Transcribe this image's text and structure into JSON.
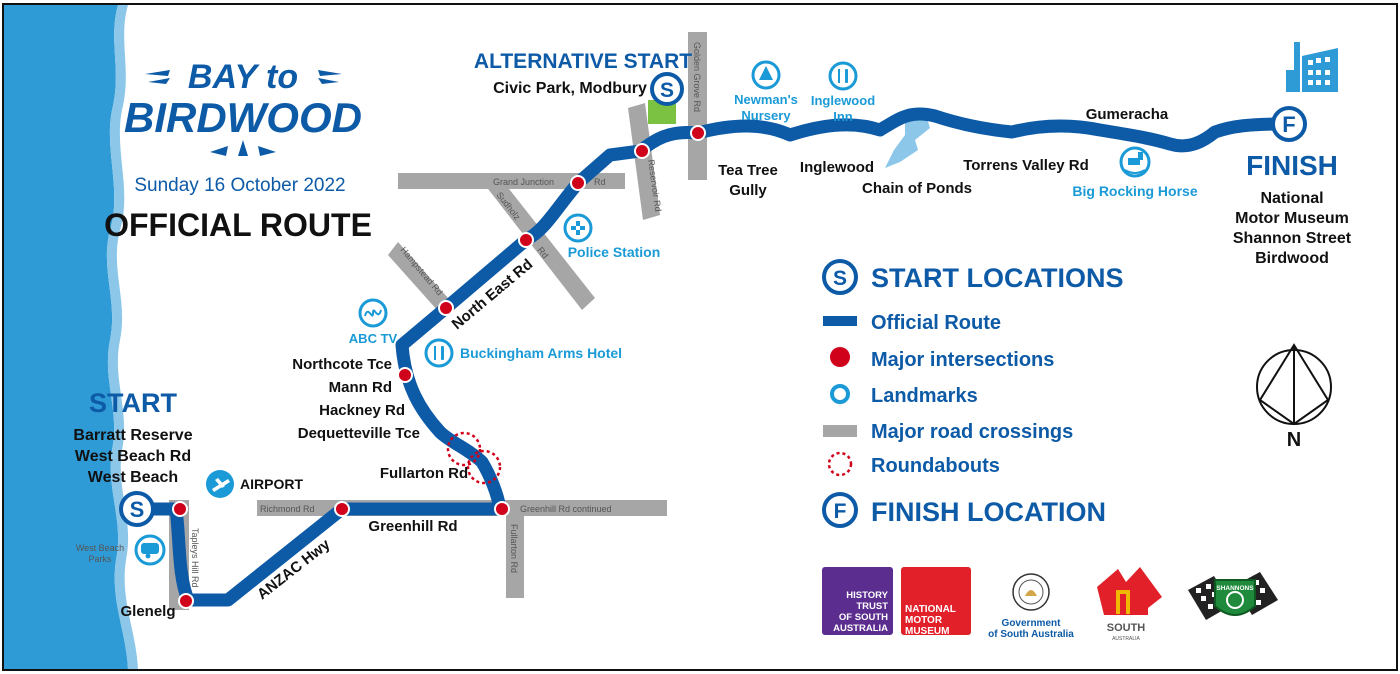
{
  "title": {
    "line1": "BAY to",
    "line2": "BIRDWOOD",
    "date": "Sunday 16 October 2022",
    "subtitle": "OFFICIAL ROUTE"
  },
  "start": {
    "heading": "START",
    "lines": [
      "Barratt Reserve",
      "West Beach Rd",
      "West Beach"
    ]
  },
  "alt_start": {
    "heading": "ALTERNATIVE START",
    "place": "Civic Park, Modbury"
  },
  "finish": {
    "heading": "FINISH",
    "lines": [
      "National",
      "Motor Museum",
      "Shannon Street",
      "Birdwood"
    ]
  },
  "route_labels": {
    "glenelg": "Glenelg",
    "anzac": "ANZAC Hwy",
    "greenhill": "Greenhill Rd",
    "fullarton": "Fullarton Rd",
    "northcote": "Northcote Tce",
    "mann": "Mann Rd",
    "hackney": "Hackney Rd",
    "dequetteville": "Dequetteville Tce",
    "north_east": "North East Rd",
    "tea_tree_1": "Tea Tree",
    "tea_tree_2": "Gully",
    "inglewood": "Inglewood",
    "chain": "Chain of Ponds",
    "torrens": "Torrens Valley Rd",
    "gumeracha": "Gumeracha"
  },
  "road_labels": {
    "tapleys": "Tapleys Hill Rd",
    "richmond": "Richmond Rd",
    "greenhill_cont": "Greenhill Rd continued",
    "fullarton_v": "Fullarton Rd",
    "hampstead": "Hampstead Rd",
    "sudholz": "Sudholz",
    "sudholz_rd": "Rd",
    "grand_junction": "Grand Junction",
    "grand_rd": "Rd",
    "reservoir": "Reservoir Rd",
    "golden_grove": "Golden Grove Rd"
  },
  "landmarks": {
    "airport": "AIRPORT",
    "west_beach_1": "West Beach",
    "west_beach_2": "Parks",
    "abc": "ABC TV",
    "buckingham": "Buckingham Arms Hotel",
    "police": "Police Station",
    "newmans_1": "Newman's",
    "newmans_2": "Nursery",
    "inglewood_inn_1": "Inglewood",
    "inglewood_inn_2": "Inn",
    "rocking_horse": "Big Rocking Horse"
  },
  "legend": {
    "start": "START LOCATIONS",
    "route": "Official Route",
    "intersections": "Major intersections",
    "landmarks": "Landmarks",
    "crossings": "Major road crossings",
    "roundabouts": "Roundabouts",
    "finish": "FINISH LOCATION"
  },
  "symbols": {
    "start": "S",
    "finish": "F",
    "north": "N"
  },
  "logos": {
    "history_trust": [
      "HISTORY",
      "TRUST",
      "OF SOUTH",
      "AUSTRALIA"
    ],
    "nmm": [
      "NATIONAL",
      "MOTOR",
      "MUSEUM"
    ],
    "government": [
      "Government",
      "of South Australia"
    ],
    "sa_brand": "SOUTH",
    "sa_brand_sub": "AUSTRALIA",
    "shannons": "SHANNONS"
  },
  "colors": {
    "route": "#0d5aa7",
    "landmark": "#1a9ad6",
    "intersection": "#d0021b",
    "crossing": "#a6a6a6",
    "sea": "#2e9bd6"
  }
}
